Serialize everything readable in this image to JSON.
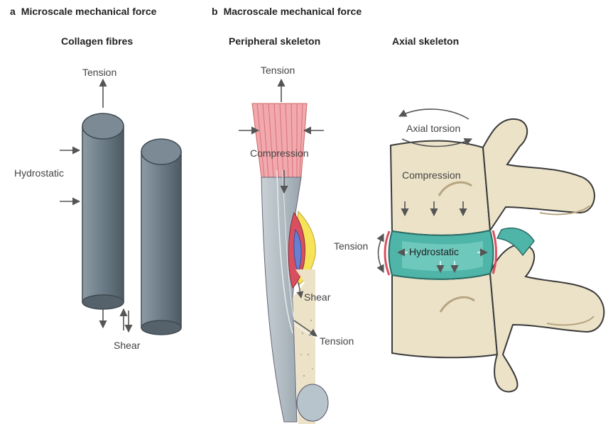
{
  "panels": {
    "a": {
      "letter": "a",
      "title": "Microscale mechanical force",
      "subtitle": "Collagen fibres"
    },
    "b": {
      "letter": "b",
      "title": "Macroscale mechanical force",
      "subtitles": {
        "peripheral": "Peripheral skeleton",
        "axial": "Axial skeleton"
      }
    }
  },
  "labels": {
    "a_tension": "Tension",
    "a_hydrostatic": "Hydrostatic",
    "a_shear": "Shear",
    "p_tension_top": "Tension",
    "p_compression": "Compression",
    "p_shear": "Shear",
    "p_tension_bottom": "Tension",
    "ax_torsion": "Axial torsion",
    "ax_compression": "Compression",
    "ax_tension": "Tension",
    "ax_hydrostatic": "Hydrostatic"
  },
  "colors": {
    "fibre": "#6f7f8a",
    "bone": "#ece2c8",
    "muscle": "#f1a9ad",
    "disc": "#4fb5a8",
    "arrow": "#555555"
  }
}
